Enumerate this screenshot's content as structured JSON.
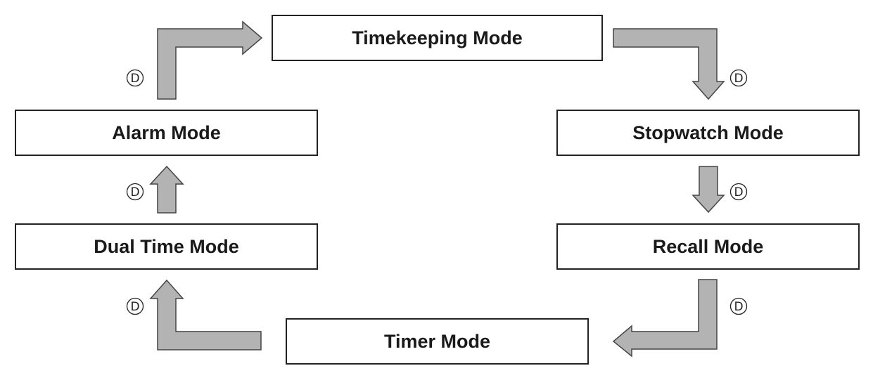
{
  "modes": {
    "timekeeping": "Timekeeping Mode",
    "stopwatch": "Stopwatch Mode",
    "recall": "Recall Mode",
    "timer": "Timer Mode",
    "dual_time": "Dual Time Mode",
    "alarm": "Alarm Mode"
  },
  "button_label": "D",
  "colors": {
    "arrow_fill": "#b3b3b3",
    "arrow_stroke": "#444444",
    "box_border": "#222222"
  }
}
